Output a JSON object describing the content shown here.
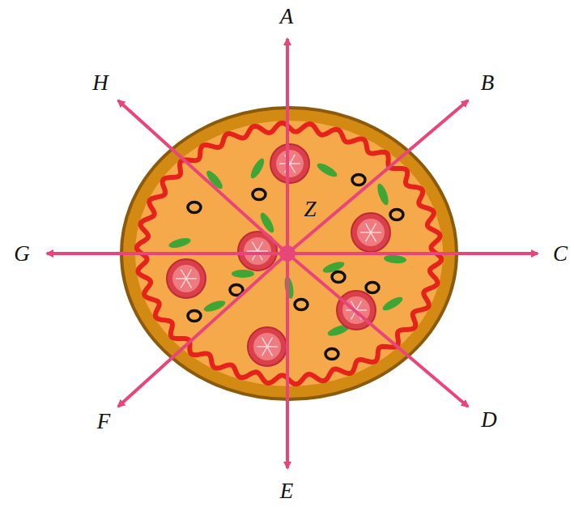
{
  "diagram": {
    "labels": [
      "A",
      "B",
      "C",
      "D",
      "E",
      "F",
      "G",
      "H",
      "Z"
    ]
  }
}
